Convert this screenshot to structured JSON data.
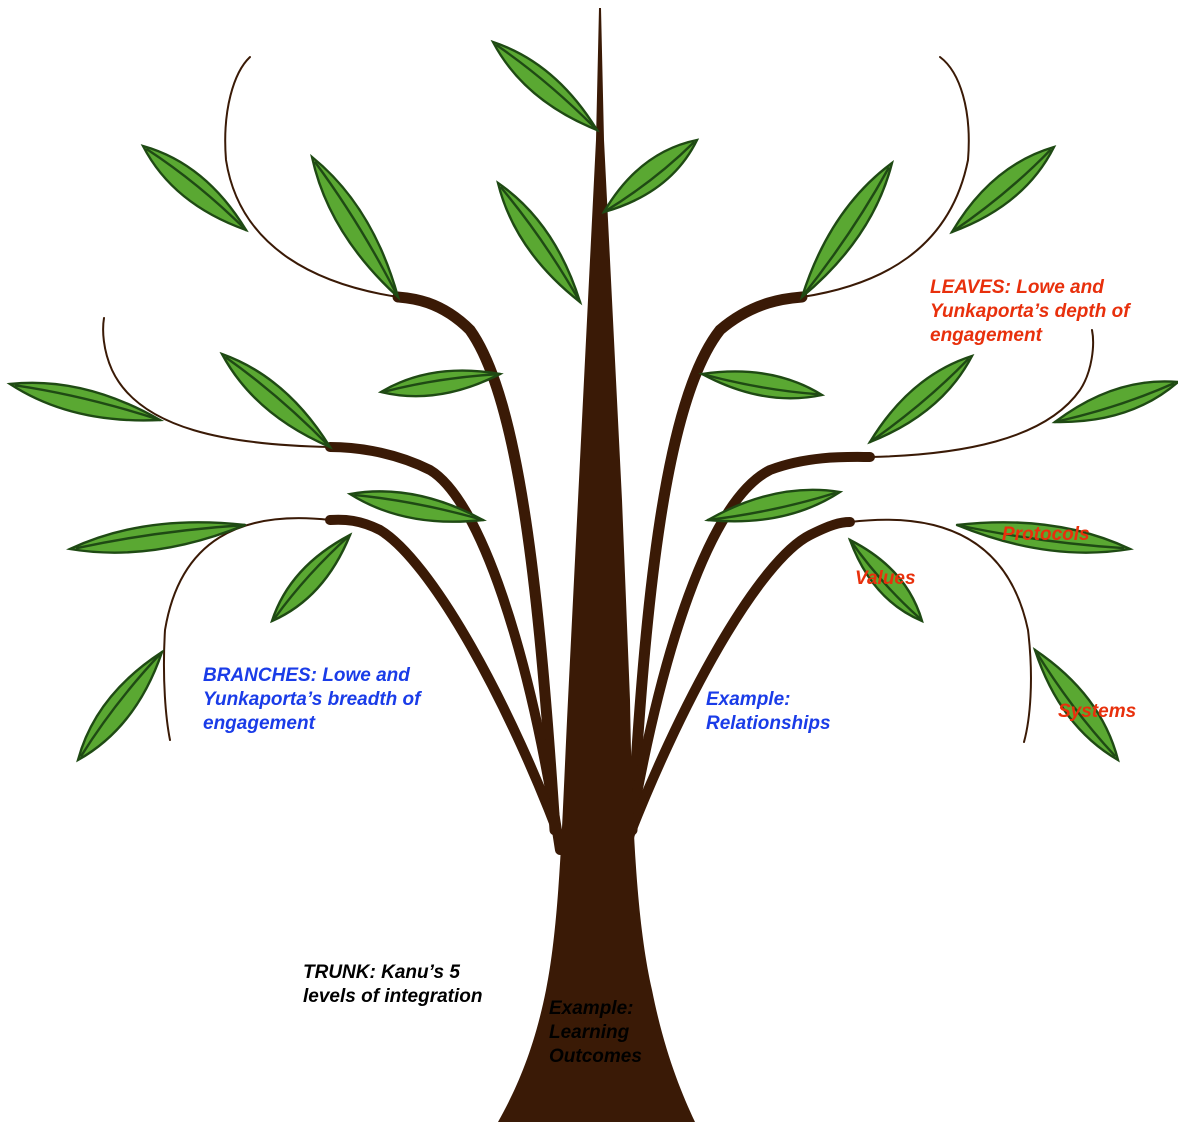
{
  "colors": {
    "trunk": "#3a1a06",
    "leaf_fill": "#5aa832",
    "leaf_stroke": "#1f4a14",
    "trunk_label": "#000000",
    "branch_label": "#1a3ce8",
    "leaf_label": "#e8300c"
  },
  "labels": {
    "leaves_heading": [
      "LEAVES: Lowe and",
      "Yunkaporta’s depth of",
      "engagement"
    ],
    "branches_heading": [
      "BRANCHES: Lowe and",
      "Yunkaporta’s breadth of",
      "engagement"
    ],
    "trunk_heading": [
      "TRUNK: Kanu’s 5",
      "levels of integration"
    ],
    "branch_example": [
      "Example:",
      "Relationships"
    ],
    "trunk_example": [
      "Example:",
      "Learning",
      "Outcomes"
    ],
    "leaf_protocols": "Protocols",
    "leaf_values": "Values",
    "leaf_systems": "Systems"
  }
}
